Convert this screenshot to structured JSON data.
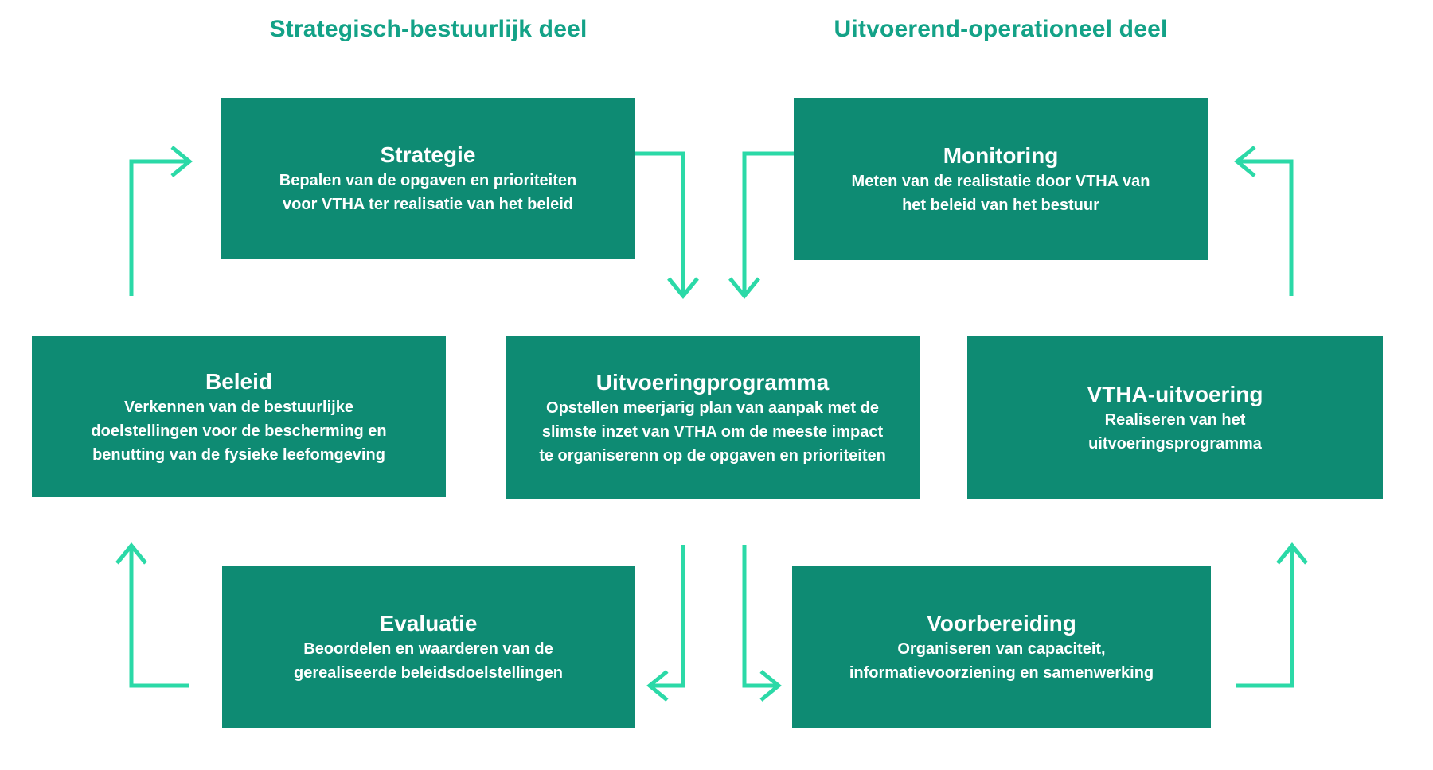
{
  "diagram": {
    "headers": {
      "left": "Strategisch-bestuurlijk deel",
      "right": "Uitvoerend-operationeel deel"
    },
    "boxes": {
      "strategie": {
        "title": "Strategie",
        "body": "Bepalen van de opgaven en prioriteiten voor VTHA ter realisatie van het beleid"
      },
      "monitoring": {
        "title": "Monitoring",
        "body": "Meten van de realistatie door VTHA van het beleid van het bestuur"
      },
      "beleid": {
        "title": "Beleid",
        "body": "Verkennen van de bestuurlijke doelstellingen voor de bescherming en benutting van de fysieke leefomgeving"
      },
      "uitvoeringprogramma": {
        "title": "Uitvoeringprogramma",
        "body": "Opstellen meerjarig plan van aanpak met de slimste inzet van VTHA om de meeste impact te organiserenn op de opgaven en prioriteiten"
      },
      "vtha_uitvoering": {
        "title": "VTHA-uitvoering",
        "body": "Realiseren van het uitvoeringsprogramma"
      },
      "evaluatie": {
        "title": "Evaluatie",
        "body": "Beoordelen en waarderen van de gerealiseerde beleidsdoelstellingen"
      },
      "voorbereiding": {
        "title": "Voorbereiding",
        "body": "Organiseren van capaciteit, informatievoorziening en samenwerking"
      }
    },
    "colors": {
      "box": "#0e8b73",
      "arrow": "#2bd9a7",
      "header": "#13a287",
      "box_text": "#ffffff",
      "background": "#ffffff"
    }
  }
}
